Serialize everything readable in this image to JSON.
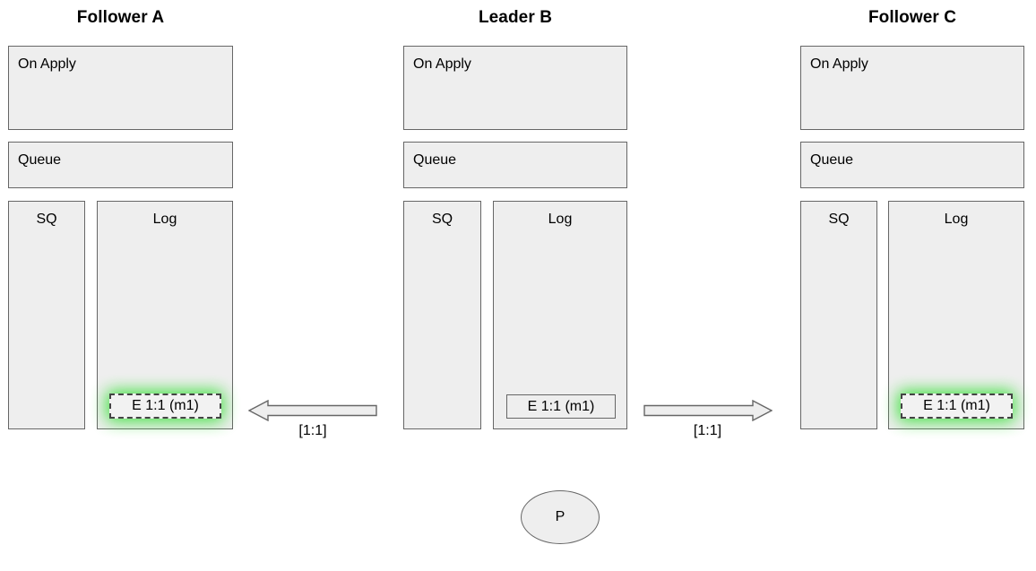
{
  "diagram": {
    "entry_glow_color": "#35e035",
    "node_fill": "#eeeeee",
    "node_stroke": "#666666"
  },
  "nodes": [
    {
      "id": "follower-a",
      "title": "Follower A",
      "on_apply_label": "On Apply",
      "queue_label": "Queue",
      "sq_label": "SQ",
      "log_label": "Log",
      "entry": {
        "text": "E 1:1 (m1)",
        "style": "dashed",
        "highlighted": true
      }
    },
    {
      "id": "leader-b",
      "title": "Leader B",
      "on_apply_label": "On Apply",
      "queue_label": "Queue",
      "sq_label": "SQ",
      "log_label": "Log",
      "entry": {
        "text": "E 1:1 (m1)",
        "style": "solid",
        "highlighted": false
      }
    },
    {
      "id": "follower-c",
      "title": "Follower C",
      "on_apply_label": "On Apply",
      "queue_label": "Queue",
      "sq_label": "SQ",
      "log_label": "Log",
      "entry": {
        "text": "E 1:1 (m1)",
        "style": "dashed",
        "highlighted": true
      }
    }
  ],
  "arrows": [
    {
      "id": "leader-to-follower-a",
      "direction": "left",
      "label": "[1:1]"
    },
    {
      "id": "leader-to-follower-c",
      "direction": "right",
      "label": "[1:1]"
    }
  ],
  "client": {
    "label": "P"
  }
}
